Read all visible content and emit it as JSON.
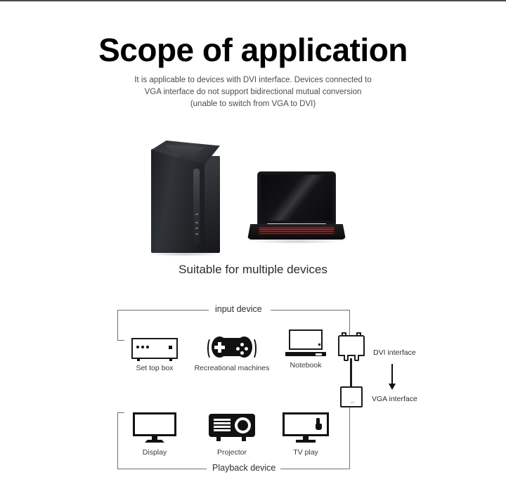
{
  "header": {
    "title": "Scope of application",
    "subtitle_lines": [
      "It is applicable to devices with DVI interface. Devices connected to",
      "VGA interface do not support bidirectional mutual conversion",
      "(unable to switch from VGA to DVI)"
    ]
  },
  "hero": {
    "caption": "Suitable for multiple devices",
    "devices": [
      {
        "name": "desktop-tower"
      },
      {
        "name": "gaming-laptop"
      }
    ]
  },
  "diagram": {
    "input_group_label": "input device",
    "playback_group_label": "Playback device",
    "input_devices": [
      {
        "icon": "set-top-box-icon",
        "label": "Set top box"
      },
      {
        "icon": "gamepad-icon",
        "label": "Recreational machines"
      },
      {
        "icon": "notebook-icon",
        "label": "Notebook"
      }
    ],
    "playback_devices": [
      {
        "icon": "monitor-icon",
        "label": "Display"
      },
      {
        "icon": "projector-icon",
        "label": "Projector"
      },
      {
        "icon": "tv-icon",
        "label": "TV play"
      }
    ],
    "adapter": {
      "top_label": "DVI interface",
      "bottom_label": "VGA interface",
      "direction": "down"
    }
  },
  "colors": {
    "background": "#ffffff",
    "title": "#000000",
    "subtitle": "#4c4c4c",
    "icon": "#111111",
    "bracket": "#6f7073"
  }
}
